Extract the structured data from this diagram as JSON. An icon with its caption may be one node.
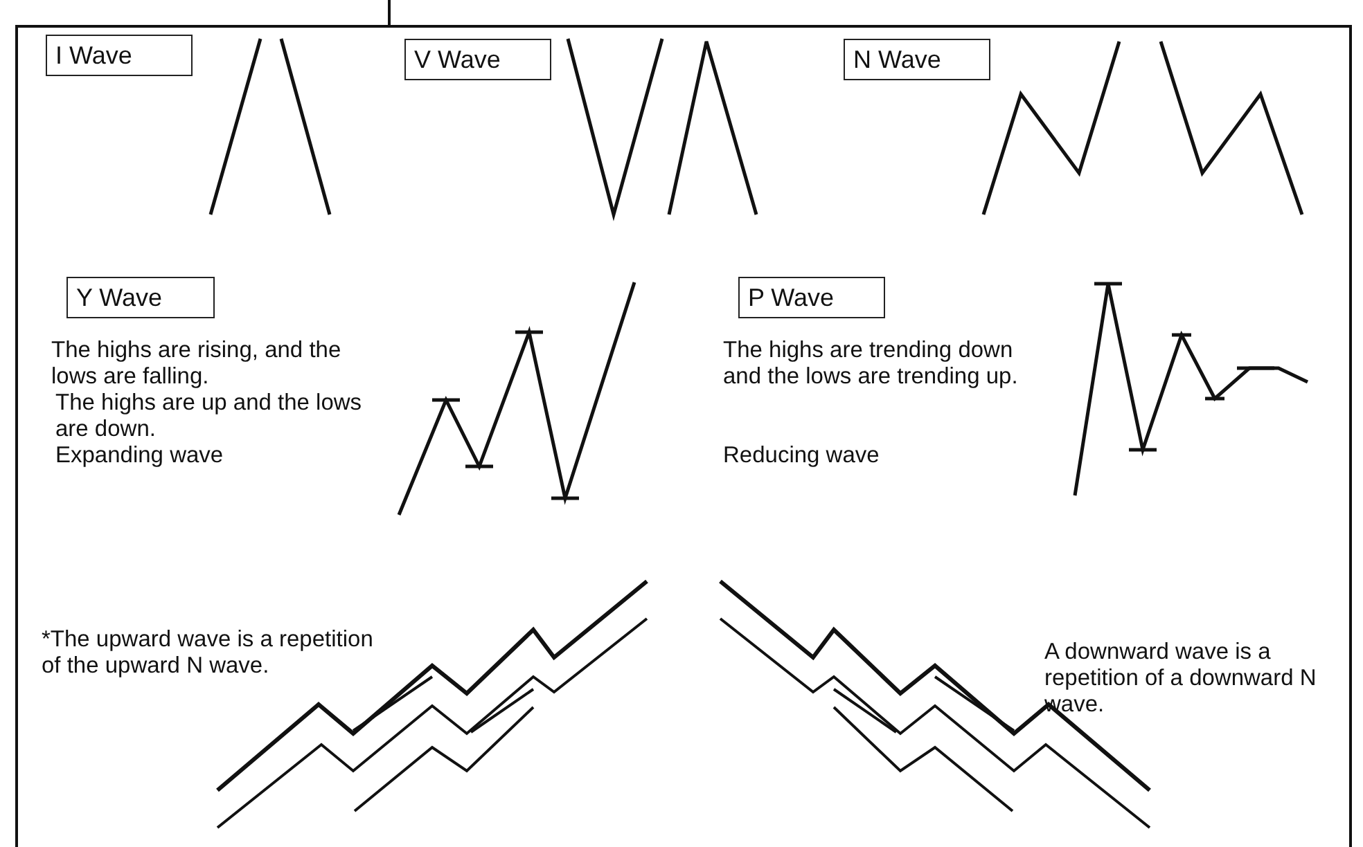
{
  "diagram": {
    "nodes": [
      {
        "text": [
          "I Wave"
        ]
      },
      {
        "text": [
          "V Wave"
        ]
      },
      {
        "text": [
          "N Wave"
        ]
      },
      {
        "text": [
          "Y Wave"
        ]
      },
      {
        "text": [
          "P Wave"
        ]
      }
    ],
    "labels": [
      "The highs are rising, and the lows are falling.",
      "The highs are up and the lows are down.",
      "Expanding wave",
      "The highs are trending down and the lows are trending up.",
      "Reducing wave",
      "*The upward wave is a repetition of the upward N wave.",
      "A downward wave is a repetition of a downward N wave."
    ]
  }
}
